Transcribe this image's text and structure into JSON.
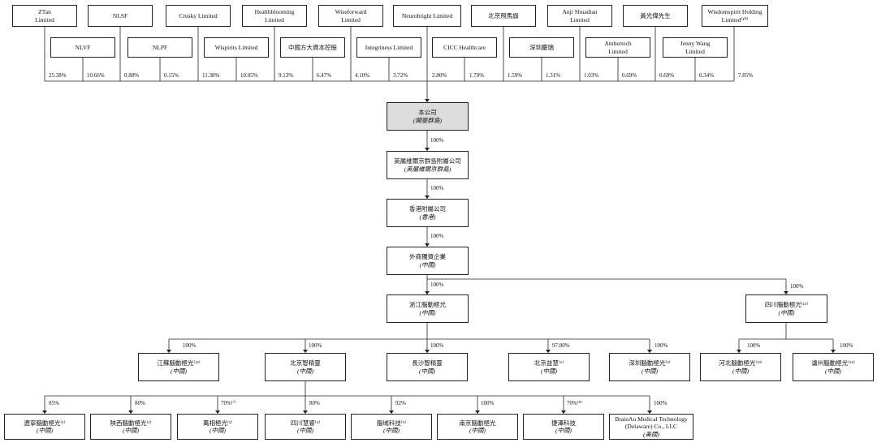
{
  "shareholders_top": [
    "ZTan\nLimited",
    "NLSF",
    "Crusky Limited",
    "Healthblooming\nLimited",
    "Wiseforward\nLimited",
    "Neurobright Limited",
    "北京飛馬旗",
    "Anji Shuadian\nLimited",
    "黃光偉先生",
    "Wisdomspirit Holding\nLimited⁽¹⁰⁾"
  ],
  "shareholders_second": [
    "NLVF",
    "NLPF",
    "Wispirits Limited",
    "中國方大資本控股",
    "Integriness Limited",
    "CICC Healthcare",
    "深圳慶瑞",
    "Ambertech\nLimited",
    "Jenny Wang\nLimited"
  ],
  "shareholder_pcts": [
    "25.38%",
    "10.66%",
    "0.88%",
    "0.15%",
    "11.38%",
    "10.05%",
    "9.13%",
    "6.47%",
    "4.10%",
    "3.72%",
    "2.80%",
    "1.79%",
    "1.59%",
    "1.31%",
    "1.03%",
    "0.69%",
    "0.69%",
    "0.34%",
    "7.85%"
  ],
  "company": {
    "name": "本公司",
    "jur": "(開曼群島)"
  },
  "bvi": {
    "name": "英屬維爾京群島附屬公司",
    "jur": "(英屬維爾京群島)"
  },
  "hk": {
    "name": "香港附屬公司",
    "jur": "(香港)"
  },
  "wfoe": {
    "name": "外商獨資企業",
    "jur": "(中國)"
  },
  "zhejiang": {
    "name": "浙江腦動極光",
    "jur": "(中國)"
  },
  "sichuan_top": {
    "name": "四川腦動極光⁽¹¹⁾",
    "jur": "(中國)"
  },
  "chain_pcts": {
    "company_bvi": "100%",
    "bvi_hk": "100%",
    "hk_wfoe": "100%",
    "wfoe_zj": "100%",
    "wfoe_sc": "100%"
  },
  "level3": [
    {
      "name": "江蘇腦動極光⁽¹²⁾",
      "jur": "(中國)",
      "pct": "100%"
    },
    {
      "name": "北京智精靈",
      "jur": "(中國)",
      "pct": "100%"
    },
    {
      "name": "長沙智精靈",
      "jur": "(中國)",
      "pct": "100%"
    },
    {
      "name": "北京益慧⁽⁶⁾",
      "jur": "(中國)",
      "pct": "97.80%"
    },
    {
      "name": "深圳腦動極光⁽⁹⁾",
      "jur": "(中國)",
      "pct": "100%"
    },
    {
      "name": "河北腦動極光⁽¹³⁾",
      "jur": "(中國)",
      "pct": "100%"
    },
    {
      "name": "瀘州腦動極光⁽¹⁴⁾",
      "jur": "(中國)",
      "pct": "100%"
    }
  ],
  "level4": [
    {
      "name": "遼寧腦動極光⁽¹⁾",
      "jur": "(中國)",
      "pct": "85%"
    },
    {
      "name": "陝西腦動極光⁽²⁾",
      "jur": "(中國)",
      "pct": "80%"
    },
    {
      "name": "萬相極光⁽³⁾",
      "jur": "(中國)",
      "pct": "70%⁽⁷⁾"
    },
    {
      "name": "四川慧睿⁽⁴⁾",
      "jur": "(中國)",
      "pct": "80%"
    },
    {
      "name": "腦域科技⁽⁵⁾",
      "jur": "(中國)",
      "pct": "92%"
    },
    {
      "name": "南京腦動極光",
      "jur": "(中國)",
      "pct": "100%"
    },
    {
      "name": "捷澤科技",
      "jur": "(中國)",
      "pct": "70%⁽⁸⁾"
    },
    {
      "name": "BrainAu Medical Technology\n(Delaware) Co., LLC",
      "jur": "(美國)",
      "pct": "100%"
    }
  ]
}
